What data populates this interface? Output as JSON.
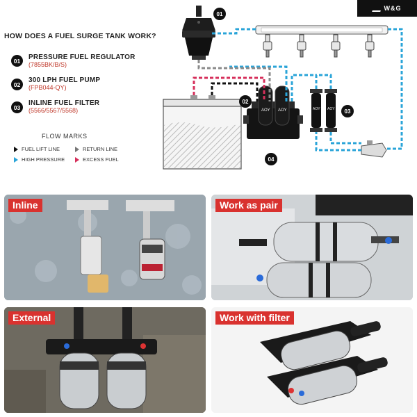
{
  "brand": {
    "name": "W&G"
  },
  "headline": "HOW DOES A FUEL SURGE TANK WORK?",
  "items": [
    {
      "num": "01",
      "title": "PRESSURE FUEL REGULATOR",
      "code": "(7855BK/B/S)"
    },
    {
      "num": "02",
      "title": "300 LPH FUEL PUMP",
      "code": "(FPB044-QY)"
    },
    {
      "num": "03",
      "title": "INLINE FUEL FILTER",
      "code": "(5566/5567/5568)"
    }
  ],
  "flow": {
    "heading": "FLOW MARKS",
    "marks": [
      {
        "label": "FUEL LIFT LINE",
        "color": "#111111"
      },
      {
        "label": "RETURN LINE",
        "color": "#777777"
      },
      {
        "label": "HIGH PRESSURE",
        "color": "#2aa4d8"
      },
      {
        "label": "EXCESS FUEL",
        "color": "#d62f5b"
      }
    ]
  },
  "diagram": {
    "callouts": [
      "01",
      "02",
      "03",
      "04"
    ],
    "pump_brand": "AOY"
  },
  "panels": [
    {
      "label": "Inline"
    },
    {
      "label": "Work as pair"
    },
    {
      "label": "External"
    },
    {
      "label": "Work with filter"
    }
  ],
  "colors": {
    "high_pressure": "#2aa4d8",
    "excess_fuel": "#d62f5b",
    "label_red": "#d9322f"
  }
}
